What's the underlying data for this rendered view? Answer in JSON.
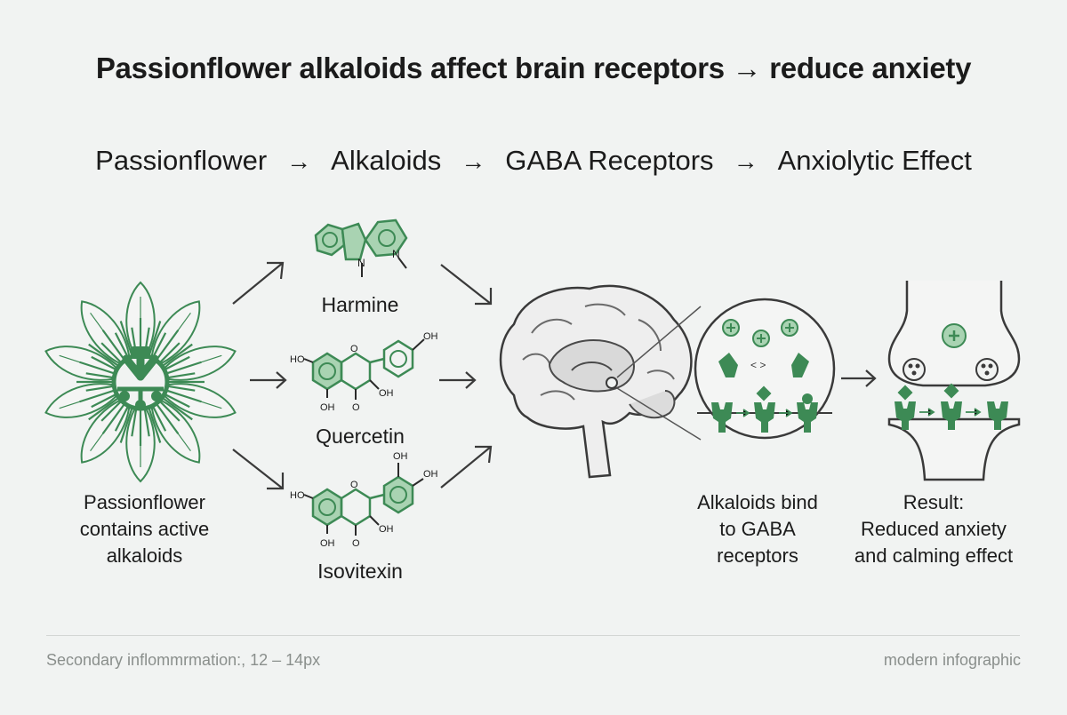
{
  "title": "Passionflower alkaloids affect brain receptors → reduce anxiety",
  "flow": {
    "steps": [
      "Passionflower",
      "Alkaloids",
      "GABA Receptors",
      "Anxiolytic Effect"
    ],
    "arrow": "→"
  },
  "compounds": [
    {
      "name": "Harmine",
      "atoms": [
        "N",
        "N"
      ]
    },
    {
      "name": "Quercetin",
      "atoms": [
        "HO",
        "OH",
        "OH",
        "OH",
        "O",
        "O"
      ]
    },
    {
      "name": "Isovitexin",
      "atoms": [
        "HO",
        "OH",
        "OH",
        "OH",
        "OH",
        "O",
        "O"
      ]
    }
  ],
  "captions": {
    "flower": [
      "Passionflower",
      "contains active",
      "alkaloids"
    ],
    "bind": [
      "Alkaloids bind",
      "to GABA",
      "receptors"
    ],
    "result": [
      "Result:",
      "Reduced anxiety",
      "and calming effect"
    ]
  },
  "footer": {
    "left": "Secondary inflommrmation:, 12 – 14px",
    "right": "modern infographic"
  },
  "colors": {
    "accent": "#3d8a55",
    "accent_light": "#a9d3b2",
    "line": "#4f4f4f",
    "background": "#f1f3f2"
  }
}
